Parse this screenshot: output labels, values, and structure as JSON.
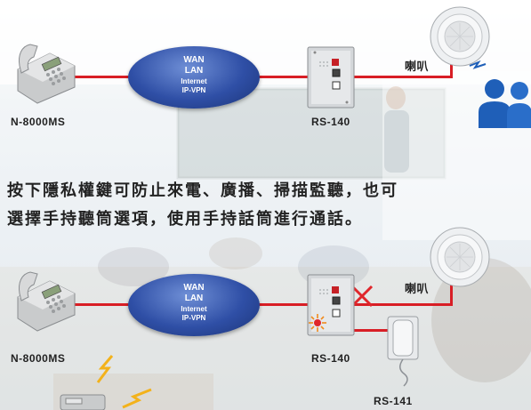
{
  "diagram_top": {
    "phone_label": "N-8000MS",
    "network": [
      "WAN",
      "LAN",
      "Internet",
      "IP-VPN"
    ],
    "panel_label": "RS-140",
    "speaker_label": "喇叭"
  },
  "caption": {
    "line1": "按下隱私權鍵可防止來電、廣播、掃描監聽，也可",
    "line2": "選擇手持聽筒選項，使用手持話筒進行通話。"
  },
  "diagram_bottom": {
    "phone_label": "N-8000MS",
    "network": [
      "WAN",
      "LAN",
      "Internet",
      "IP-VPN"
    ],
    "panel_label": "RS-140",
    "speaker_label": "喇叭",
    "handset_label": "RS-141"
  },
  "colors": {
    "wire": "#d81e25",
    "cloud": "#2f4fa6",
    "person": "#1f5fb8",
    "blocked_mark": "#e0262b",
    "call_alert": "#f3b21b"
  }
}
